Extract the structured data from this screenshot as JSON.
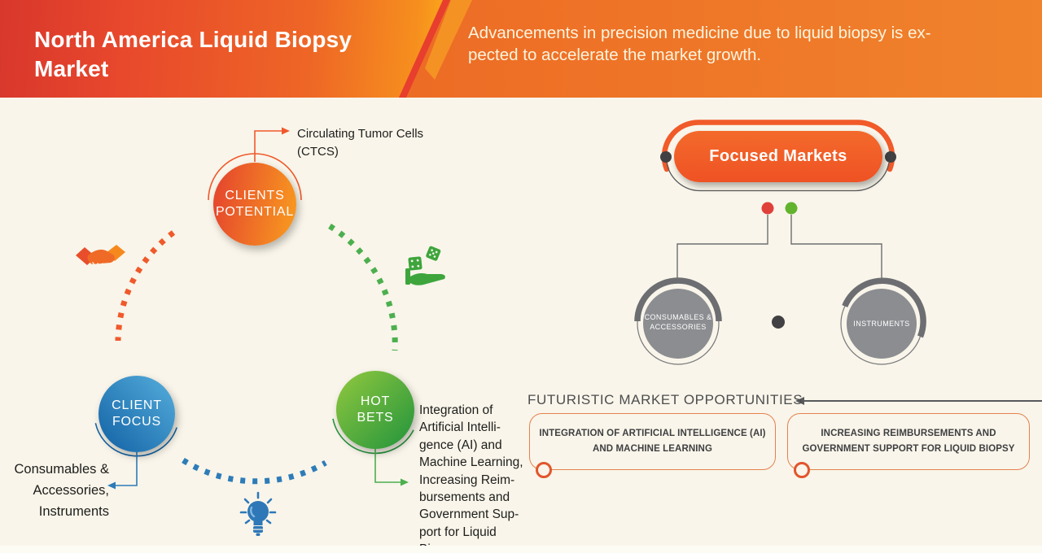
{
  "header": {
    "title": "North America Liquid Biopsy\nMarket",
    "subtitle": "Advancements in precision medicine due to liquid biopsy is ex-\npected to accelerate the market growth."
  },
  "cycle": {
    "nodes": [
      {
        "id": "clients-potential",
        "label": "CLIENTS\nPOTENTIAL",
        "accent_color": "#f0592b",
        "callout": "Circulating Tumor Cells\n(CTCS)",
        "icon": "handshake-icon"
      },
      {
        "id": "client-focus",
        "label": "CLIENT\nFOCUS",
        "accent_color": "#2d7cb8",
        "callout": "Consumables &\nAccessories,\nInstruments",
        "icon": "lightbulb-icon"
      },
      {
        "id": "hot-bets",
        "label": "HOT\nBETS",
        "accent_color": "#4caf4e",
        "callout": "Integration of\nArtificial Intelli-\ngence (AI) and\nMachine Learning,\nIncreasing Reim-\nbursements and\nGovernment Sup-\nport for Liquid\nBiopsy",
        "icon": "dice-hand-icon"
      }
    ]
  },
  "focused_markets": {
    "title": "Focused Markets",
    "children": [
      {
        "label": "CONSUMABLES &\nACCESSORIES",
        "dot_color": "#e0403a"
      },
      {
        "label": "INSTRUMENTS",
        "dot_color": "#62b32e"
      }
    ]
  },
  "opportunities": {
    "heading": "FUTURISTIC MARKET OPPORTUNITIES",
    "items": [
      "INTEGRATION OF ARTIFICIAL INTELLIGENCE (AI)\nAND MACHINE LEARNING",
      "INCREASING REIMBURSEMENTS AND\nGOVERNMENT SUPPORT FOR LIQUID BIOPSY"
    ]
  },
  "colors": {
    "background": "#f9f5ea",
    "header_gradient_left": "#e23b2e",
    "header_gradient_mid": "#f8961d",
    "header_right": "#ee7124",
    "accent_orange": "#f0592b",
    "accent_blue": "#2d7cb8",
    "accent_green": "#4caf4e",
    "pill_orange": "#f15a29",
    "disc_gray": "#8b8d90",
    "dark": "#414042",
    "red_dot": "#e0403a",
    "green_dot": "#62b32e",
    "box_border": "#e5814e"
  }
}
